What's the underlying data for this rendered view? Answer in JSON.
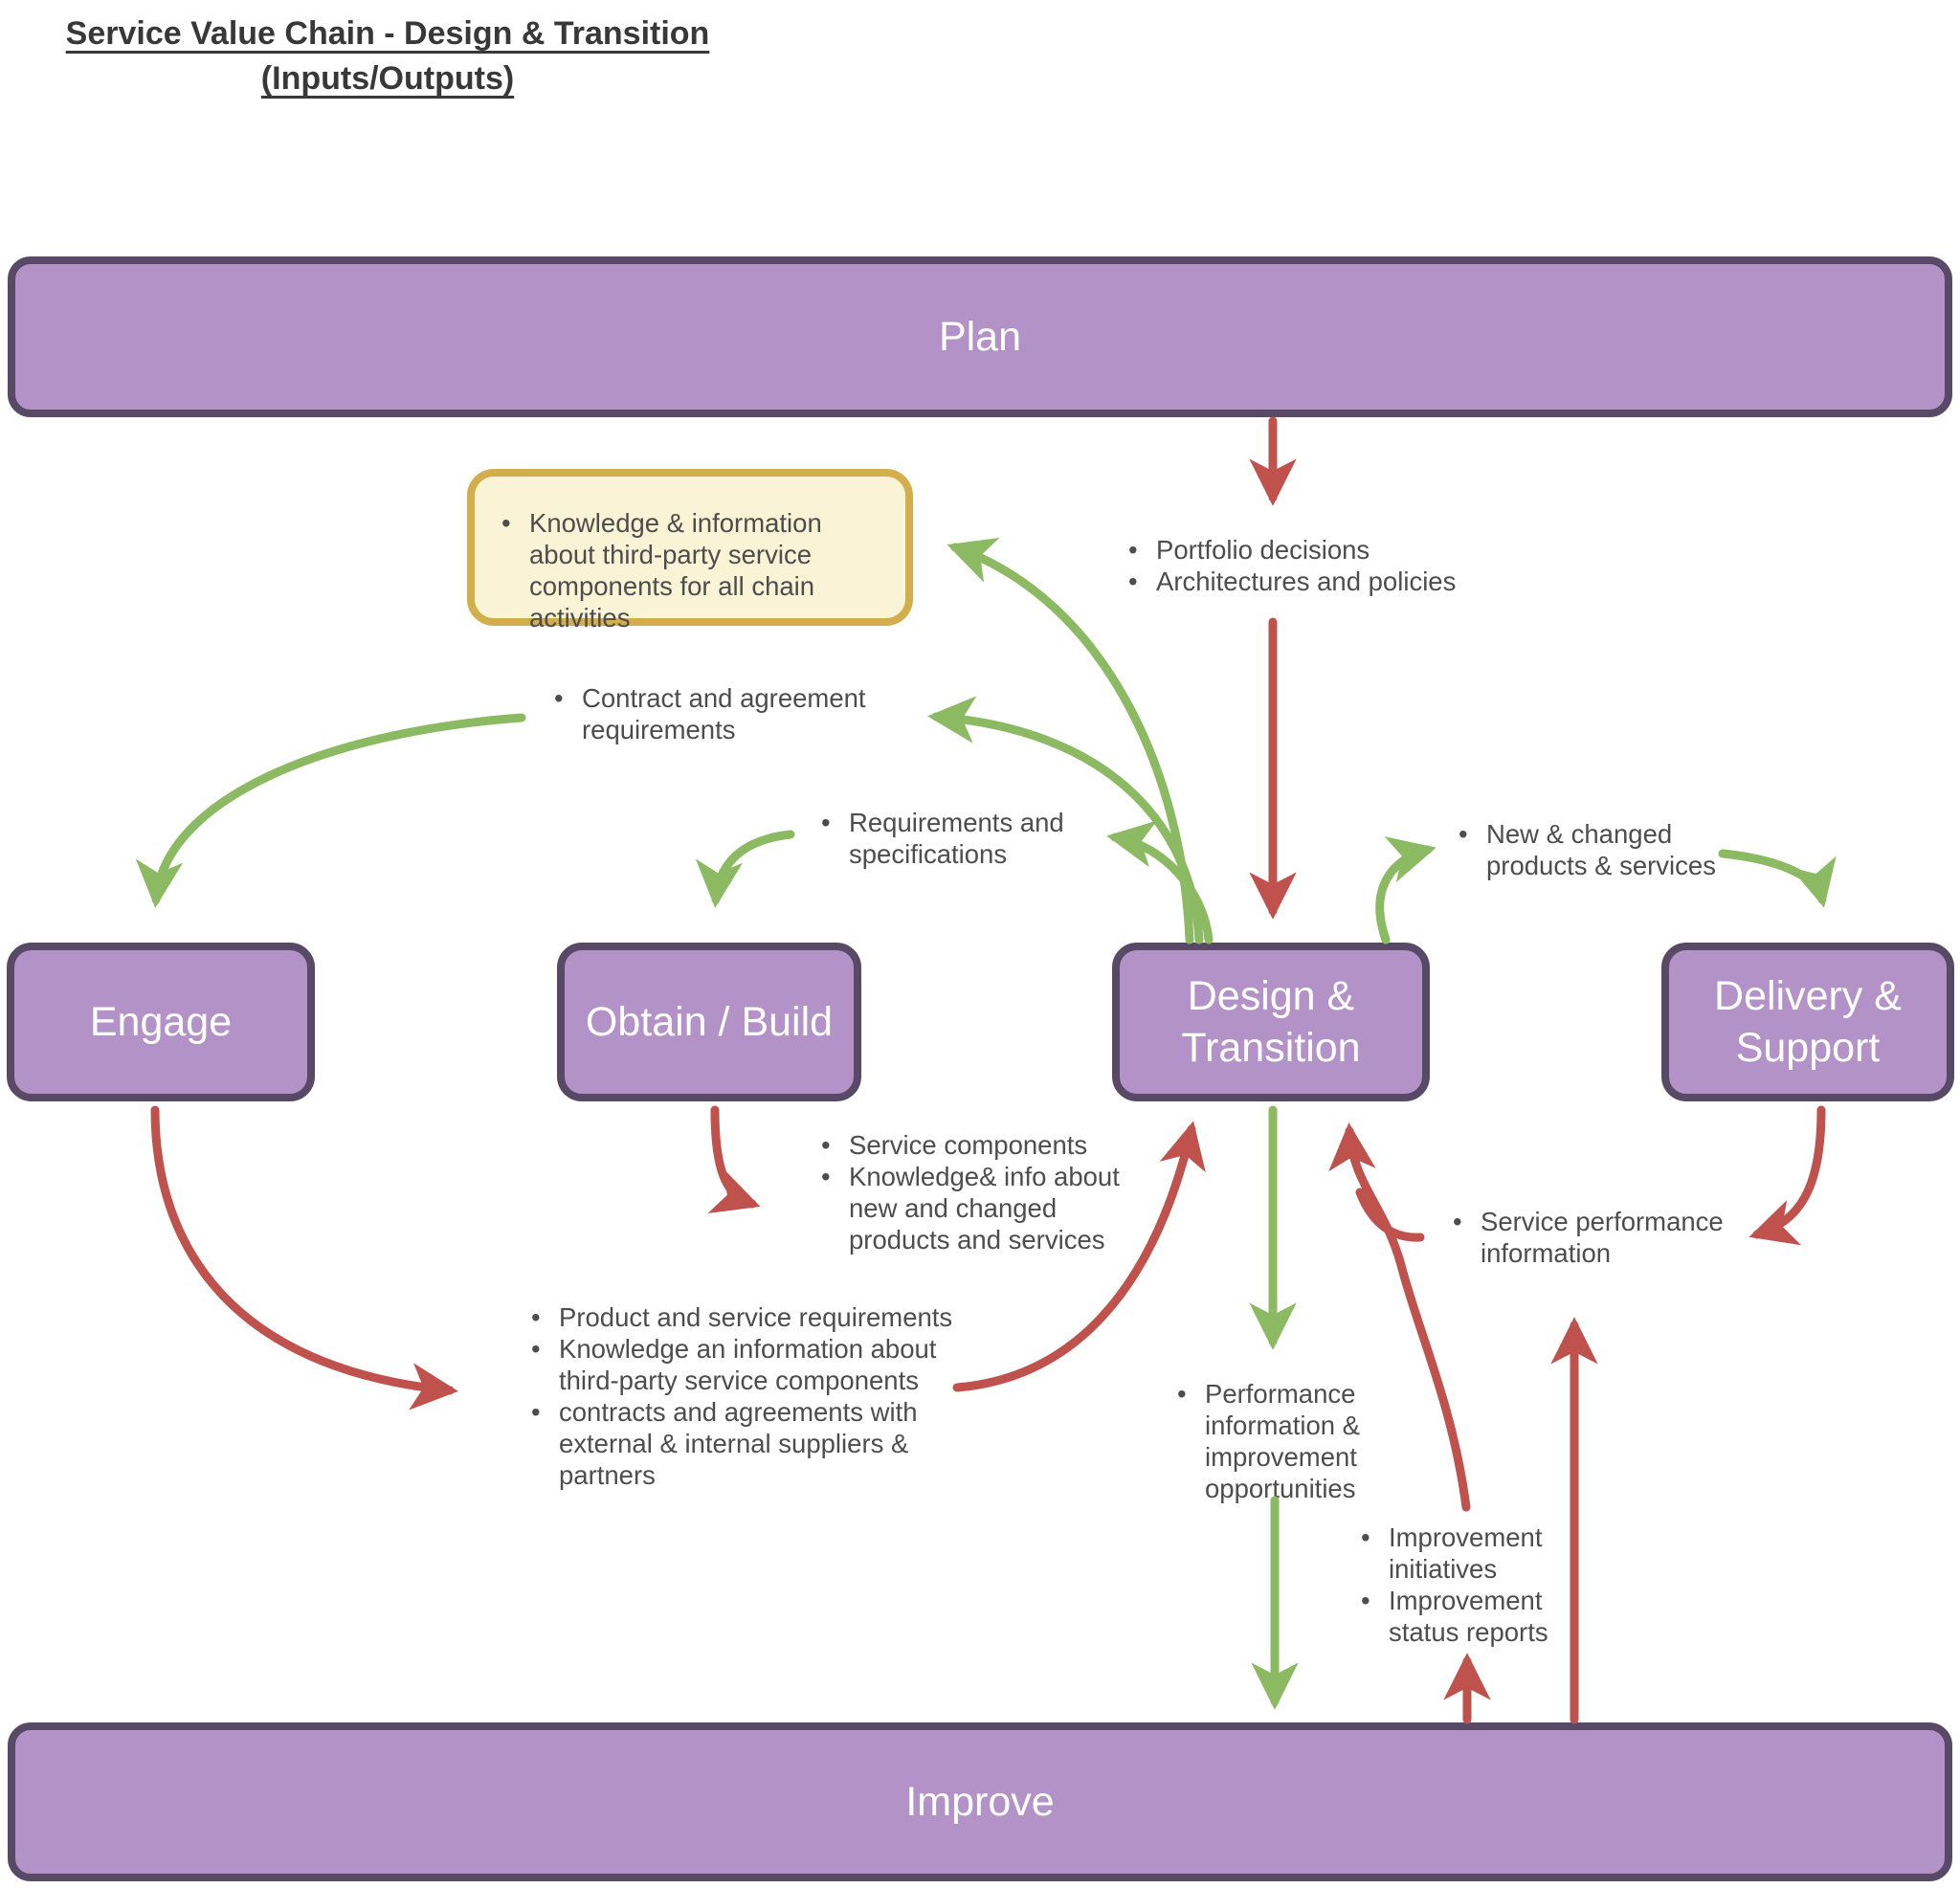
{
  "title": {
    "line1": "Service Value Chain - Design & Transition",
    "line2": "(Inputs/Outputs)"
  },
  "boxes": {
    "plan": {
      "label": "Plan"
    },
    "engage": {
      "label": "Engage"
    },
    "obtain_build": {
      "label": "Obtain / Build"
    },
    "design_transition": {
      "line1": "Design &",
      "line2": "Transition"
    },
    "delivery_support": {
      "line1": "Delivery &",
      "line2": "Support"
    },
    "improve": {
      "label": "Improve"
    }
  },
  "notes": {
    "third_party_note": {
      "items": [
        "Knowledge & information about third-party service components for all chain activities"
      ]
    },
    "plan_outputs": {
      "items": [
        "Portfolio decisions",
        "Architectures and policies"
      ]
    },
    "contract_requirements": {
      "items": [
        "Contract and agreement requirements"
      ]
    },
    "requirements_specifications": {
      "items": [
        "Requirements and specifications"
      ]
    },
    "new_changed_products": {
      "items": [
        "New & changed products & services"
      ]
    },
    "obtain_outputs": {
      "items": [
        "Service components",
        "Knowledge& info about new and changed products and services"
      ]
    },
    "service_performance": {
      "items": [
        "Service performance information"
      ]
    },
    "engage_outputs": {
      "items": [
        "Product and service requirements",
        "Knowledge an information about third-party service components",
        "contracts and agreements with external & internal suppliers & partners"
      ]
    },
    "performance_to_improve": {
      "items": [
        "Performance information & improvement opportunities"
      ]
    },
    "improve_outputs": {
      "items": [
        "Improvement initiatives",
        "Improvement status reports"
      ]
    }
  },
  "colors": {
    "box_fill": "#b392c8",
    "box_border": "#584a66",
    "note_fill": "#fbf3d5",
    "note_border": "#d2ae4c",
    "green": "#8cba63",
    "red": "#c0524e",
    "text": "#4d4d4d",
    "title_color": "#383838"
  }
}
